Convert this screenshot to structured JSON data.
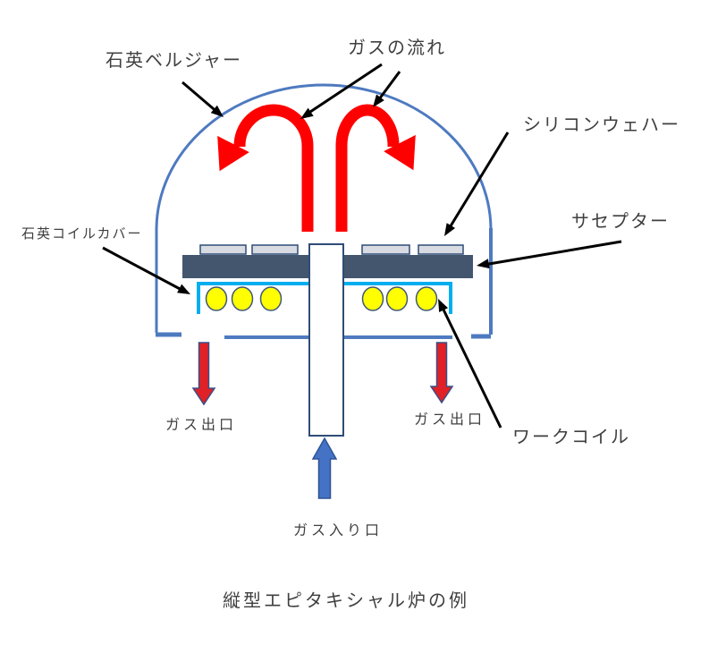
{
  "caption": "縦型エピタキシャル炉の例",
  "labels": {
    "bell_jar": "石英ベルジャー",
    "gas_flow": "ガスの流れ",
    "silicon_wafer": "シリコンウェハー",
    "susceptor": "サセプター",
    "coil_cover": "石英コイルカバー",
    "gas_outlet_left": "ガス出口",
    "gas_outlet_right": "ガス出口",
    "work_coil": "ワークコイル",
    "gas_inlet": "ガス入り口"
  },
  "colors": {
    "outline_blue": "#4E7AC0",
    "border_dark_blue": "#2E4C77",
    "susceptor_navy": "#44566E",
    "wafer_gray": "#D8DBE1",
    "coil_cover_cyan": "#00AEEF",
    "coil_yellow": "#FFFF00",
    "gas_flow_red": "#FF0000",
    "outlet_red": "#E02127",
    "inlet_blue": "#4472C4",
    "leader_black": "#000000",
    "text_gray": "#3F3F3F"
  }
}
